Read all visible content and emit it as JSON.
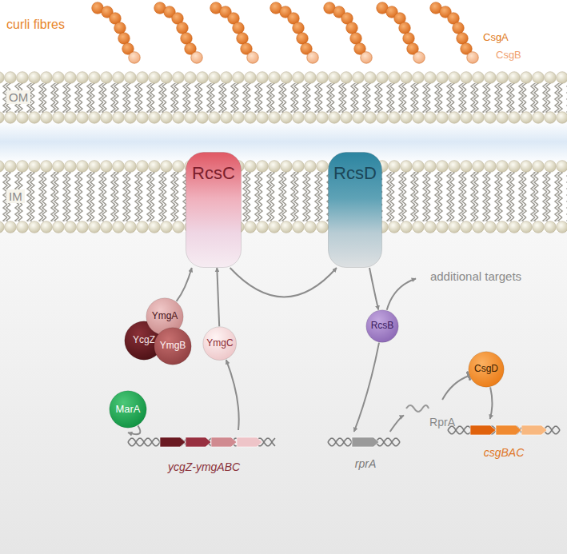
{
  "diagram": {
    "nodes": [
      {
        "text": [
          "RcsC"
        ]
      },
      {
        "text": [
          "RcsD"
        ]
      },
      {
        "text": [
          "YmgA"
        ]
      },
      {
        "text": [
          "YcgZ"
        ]
      },
      {
        "text": [
          "YmgB"
        ]
      },
      {
        "text": [
          "YmgC"
        ]
      },
      {
        "text": [
          "MarA"
        ]
      },
      {
        "text": [
          "ycgZ-ymgABC"
        ]
      },
      {
        "text": [
          "RcsB"
        ]
      },
      {
        "text": [
          "rprA"
        ]
      },
      {
        "text": [
          "RprA"
        ]
      },
      {
        "text": [
          "CsgD"
        ]
      },
      {
        "text": [
          "csgBAC"
        ]
      },
      {
        "text": [
          "additional targets"
        ]
      }
    ],
    "edges": [
      {
        "from": 2,
        "to": 0,
        "arrow": "to"
      },
      {
        "from": 7,
        "to": 5,
        "arrow": "to"
      },
      {
        "from": 5,
        "to": 0,
        "arrow": "to"
      },
      {
        "from": 6,
        "to": 7,
        "arrow": "to"
      },
      {
        "from": 0,
        "to": 1,
        "arrow": "to"
      },
      {
        "from": 1,
        "to": 8,
        "arrow": "to"
      },
      {
        "from": 8,
        "to": 13,
        "arrow": "to"
      },
      {
        "from": 8,
        "to": 9,
        "arrow": "to"
      },
      {
        "from": 9,
        "to": 10,
        "arrow": "to"
      },
      {
        "from": 10,
        "to": 11,
        "arrow": "to"
      },
      {
        "from": 11,
        "to": 12,
        "arrow": "to"
      }
    ],
    "labels": [
      "curli fibres",
      "CsgA",
      "CsgB",
      "OM",
      "IM"
    ]
  }
}
